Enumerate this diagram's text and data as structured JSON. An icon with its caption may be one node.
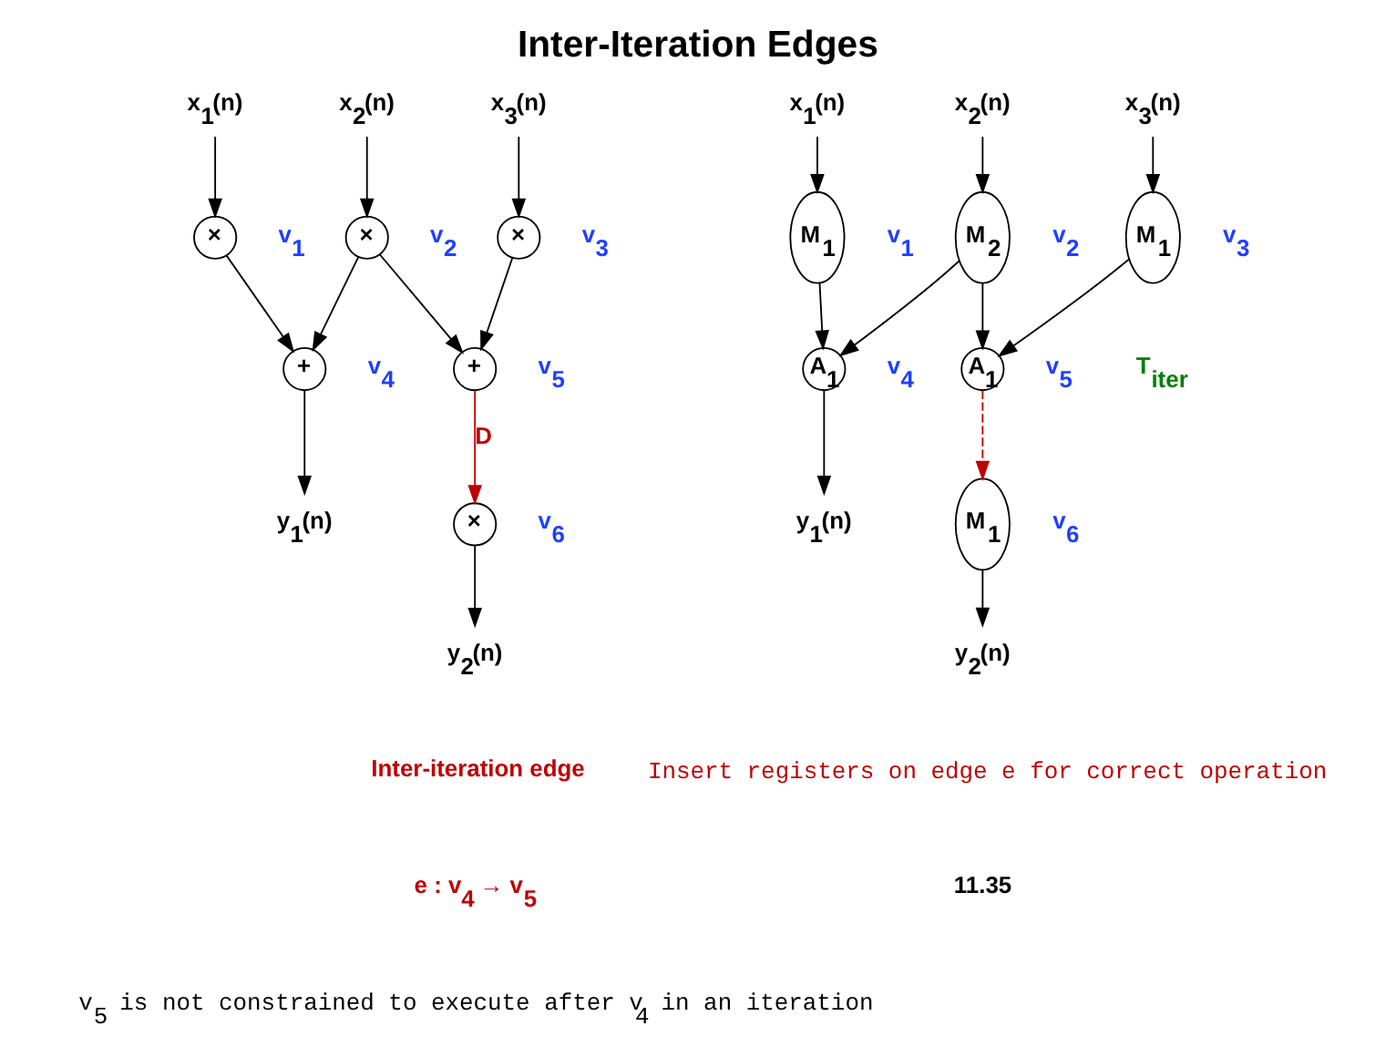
{
  "diagram": {
    "title": "Inter-Iteration Edges",
    "nodes": [
      {
        "text": [
          "x$_{1}$(n)"
        ]
      },
      {
        "text": [
          "x$_{2}$(n)"
        ]
      },
      {
        "text": [
          "x$_{3}$(n)"
        ]
      },
      {
        "text": [
          "×"
        ],
        "beside": [
          "v$_{1}$"
        ]
      },
      {
        "text": [
          "×"
        ],
        "beside": [
          "v$_{2}$"
        ]
      },
      {
        "text": [
          "×"
        ],
        "beside": [
          "v$_{3}$"
        ]
      },
      {
        "text": [
          "+"
        ],
        "beside": [
          "v$_{4}$"
        ]
      },
      {
        "text": [
          "+"
        ],
        "beside": [
          "v$_{5}$"
        ]
      },
      {
        "text": [
          "×"
        ],
        "beside": [
          "v$_{6}$"
        ]
      },
      {
        "text": [
          "y$_{1}$(n)"
        ]
      },
      {
        "text": [
          "y$_{2}$(n)"
        ]
      },
      {
        "text": [
          "x$_{1}$(n)"
        ]
      },
      {
        "text": [
          "x$_{2}$(n)"
        ]
      },
      {
        "text": [
          "x$_{3}$(n)"
        ]
      },
      {
        "text": [
          "M$_{1}$"
        ],
        "beside": [
          "v$_{1}$"
        ]
      },
      {
        "text": [
          "M$_{2}$"
        ],
        "beside": [
          "v$_{2}$"
        ]
      },
      {
        "text": [
          "M$_{1}$"
        ],
        "beside": [
          "v$_{3}$"
        ]
      },
      {
        "text": [
          "A$_{1}$"
        ],
        "beside": [
          "v$_{4}$"
        ]
      },
      {
        "text": [
          "A$_{1}$"
        ],
        "beside": [
          "v$_{5}$"
        ]
      },
      {
        "text": [
          "M$_{1}$"
        ],
        "beside": [
          "v$_{6}$"
        ]
      },
      {
        "text": [
          "y$_{1}$(n)"
        ]
      },
      {
        "text": [
          "y$_{2}$(n)"
        ]
      }
    ],
    "edges": [
      {
        "from": 0,
        "to": 3,
        "arrow": "to"
      },
      {
        "from": 1,
        "to": 4,
        "arrow": "to"
      },
      {
        "from": 2,
        "to": 5,
        "arrow": "to"
      },
      {
        "from": 3,
        "to": 6,
        "arrow": "to"
      },
      {
        "from": 4,
        "to": 6,
        "arrow": "to"
      },
      {
        "from": 4,
        "to": 7,
        "arrow": "to"
      },
      {
        "from": 5,
        "to": 7,
        "arrow": "to"
      },
      {
        "from": 6,
        "to": 9,
        "arrow": "to"
      },
      {
        "from": 7,
        "to": 8,
        "arrow": "to",
        "label": "D",
        "color": "#c00000"
      },
      {
        "from": 8,
        "to": 10,
        "arrow": "to"
      },
      {
        "from": 11,
        "to": 14,
        "arrow": "to"
      },
      {
        "from": 12,
        "to": 15,
        "arrow": "to"
      },
      {
        "from": 13,
        "to": 16,
        "arrow": "to"
      },
      {
        "from": 14,
        "to": 17,
        "arrow": "to"
      },
      {
        "from": 15,
        "to": 17,
        "arrow": "to"
      },
      {
        "from": 15,
        "to": 18,
        "arrow": "to"
      },
      {
        "from": 16,
        "to": 18,
        "arrow": "to"
      },
      {
        "from": 18,
        "to": 19,
        "arrow": "to",
        "style": "dashed",
        "color": "#c00000"
      },
      {
        "from": 17,
        "to": 20,
        "arrow": "to"
      },
      {
        "from": 19,
        "to": 21,
        "arrow": "to"
      }
    ],
    "labels": [
      "Inter-iteration edge",
      "e : v$_{4}$ → v$_{5}$",
      "v$_{5}$ is not constrained to execute after v$_{4}$ in an iteration",
      "T$_{iter}$",
      "Insert registers on edge e for correct operation",
      "11.35"
    ]
  }
}
